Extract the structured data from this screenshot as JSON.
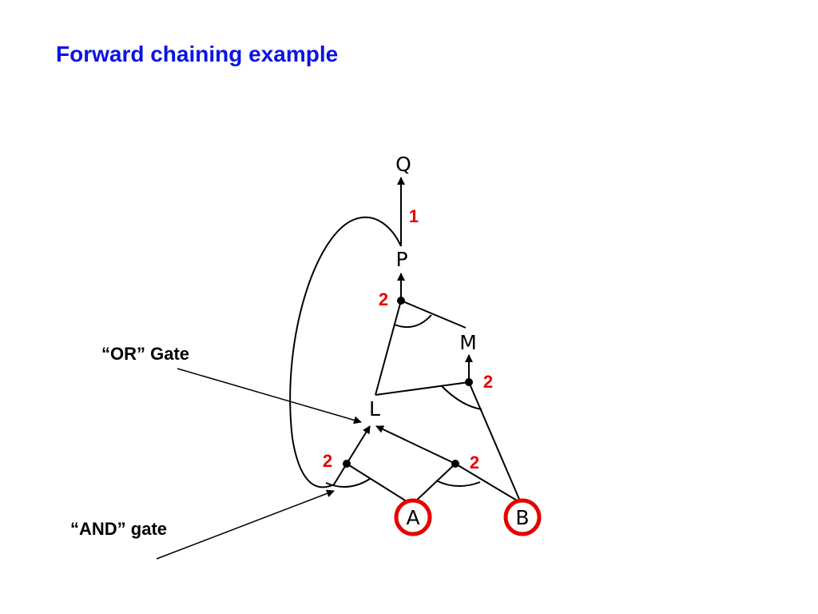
{
  "slide": {
    "title": "Forward chaining example"
  },
  "annotations": {
    "or_gate": "“OR” Gate",
    "and_gate": "“AND” gate"
  },
  "nodes": {
    "Q": "Q",
    "P": "P",
    "M": "M",
    "L": "L",
    "A": "A",
    "B": "B"
  },
  "counts": {
    "p_to_q": "1",
    "lm_to_p": "2",
    "lb_to_m": "2",
    "ap_to_l": "2",
    "ab_to_l": "2"
  },
  "known_facts": [
    "A",
    "B"
  ],
  "colors": {
    "title": "#0a14e6",
    "count": "#e60000",
    "fact_circle": "#e60000",
    "edge": "#000000"
  }
}
